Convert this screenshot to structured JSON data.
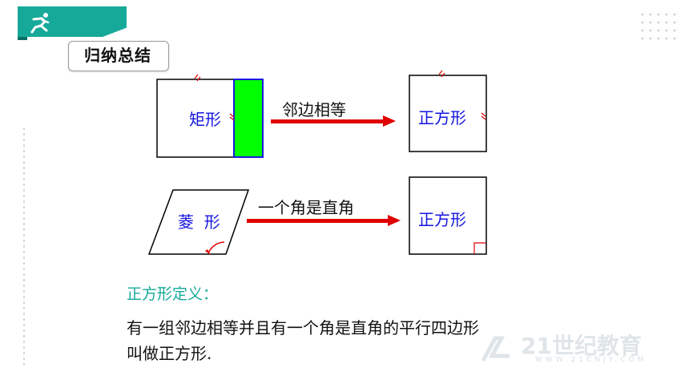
{
  "header": {
    "title": "归纳总结",
    "accent_color": "#16a99a"
  },
  "diagram": {
    "rectangle_label": "矩形",
    "rhombus_label": "菱  形",
    "condition_top": "邻边相等",
    "condition_bottom": "一个角是直角",
    "result_top": "正方形",
    "result_bottom": "正方形",
    "highlight_color": "#00ff00",
    "arrow_color": "#e00000",
    "label_color": "#1515e0"
  },
  "definition": {
    "title": "正方形定义：",
    "line1": "有一组邻边相等并且有一个角是直角的平行四边形",
    "line2": "叫做正方形."
  },
  "watermark": {
    "brand": "21世纪教育",
    "url": "WWW.21CNJY.COM"
  }
}
